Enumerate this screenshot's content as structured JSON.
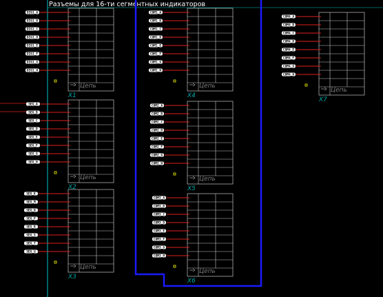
{
  "title": "Разъемы для 16-ти сегментных индикаторов",
  "cell_label": "Цепь",
  "colors": {
    "background": "#000000",
    "frame": "#00c8c8",
    "wire": "#e02020",
    "bus": "#1a1aff",
    "grid": "#c8c8c8",
    "tag": "#ffffff",
    "pin_marker": "#ffff00",
    "designator": "#00a8a8"
  },
  "connectors": [
    {
      "designator": "X1",
      "nets": [
        "DIG1_A",
        "DIG1_B",
        "DIG1_C",
        "DIG1_D",
        "DIG1_E",
        "DIG1_F",
        "DIG1_G",
        "DIG1_H"
      ]
    },
    {
      "designator": "X2",
      "nets": [
        "SEG_A",
        "SEG_B",
        "SEG_C",
        "SEG_D",
        "SEG_E",
        "SEG_F",
        "SEG_G",
        "SEG_H"
      ]
    },
    {
      "designator": "X3",
      "nets": [
        "SEG_K",
        "SEG_M",
        "SEG_N",
        "SEG_P",
        "SEG_R",
        "SEG_S",
        "SEG_T",
        "SEG_U"
      ]
    },
    {
      "designator": "X4",
      "nets": [
        "COM1_A",
        "COM1_B",
        "COM1_C",
        "COM1_D",
        "COM1_E",
        "COM1_F",
        "COM1_G",
        "COM1_H"
      ]
    },
    {
      "designator": "X5",
      "nets": [
        "COM2_A",
        "COM2_B",
        "COM2_C",
        "COM2_D",
        "COM2_E",
        "COM2_F",
        "COM2_G",
        "COM2_H"
      ]
    },
    {
      "designator": "X6",
      "nets": [
        "COM3_A",
        "COM3_B",
        "COM3_C",
        "COM3_D",
        "COM3_E",
        "COM3_F",
        "COM3_G",
        "COM3_H"
      ]
    },
    {
      "designator": "X7",
      "nets": [
        "COM4_A",
        "COM4_B",
        "COM4_C",
        "COM4_D",
        "COM4_E",
        "COM4_F",
        "COM4_G",
        "COM4_H"
      ]
    }
  ]
}
